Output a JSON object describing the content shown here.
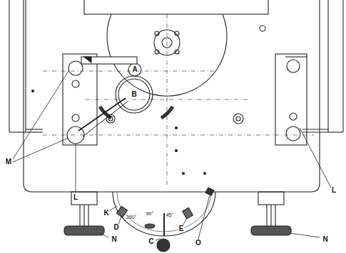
{
  "diagram": {
    "labels": [
      "A",
      "B",
      "M",
      "L",
      "L",
      "K",
      "D",
      "C",
      "E",
      "O",
      "N",
      "N",
      "360°",
      "90°",
      "45°"
    ]
  }
}
